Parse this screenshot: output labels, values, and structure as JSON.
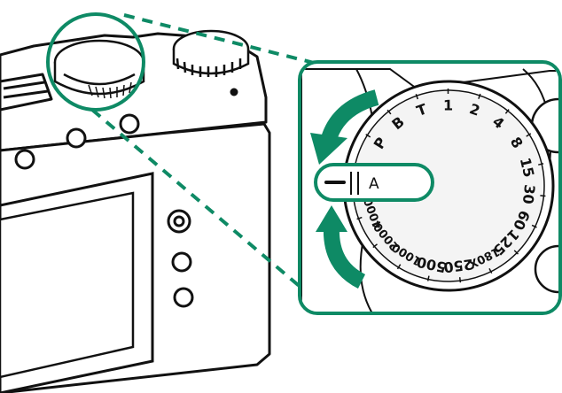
{
  "dial": {
    "indicator_mode": "A",
    "labels_top": [
      "P",
      "B",
      "T",
      "1",
      "2",
      "4",
      "8",
      "15",
      "30",
      "60",
      "125",
      "180X",
      "250",
      "500",
      "1000",
      "2000",
      "4000"
    ]
  },
  "colors": {
    "accent": "#0e8a65",
    "line": "#111111",
    "camera_fill": "#ffffff",
    "dial_fill": "#f4f4f4"
  },
  "icons": {
    "rotate_up": "curved-arrow-up-icon",
    "rotate_down": "curved-arrow-down-icon"
  }
}
